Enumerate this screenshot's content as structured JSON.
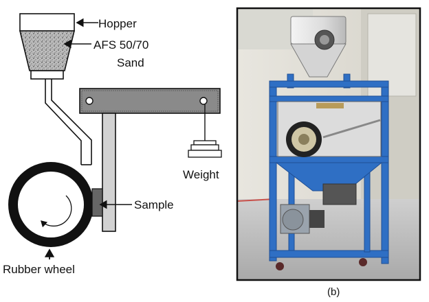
{
  "schematic": {
    "labels": {
      "hopper": "Hopper",
      "sand_line1": "AFS 50/70",
      "sand_line2": "Sand",
      "weight": "Weight",
      "sample": "Sample",
      "wheel": "Rubber wheel"
    }
  },
  "photo": {
    "caption": "(b)"
  },
  "colors": {
    "frame_blue": "#2f6fc4",
    "sand_gray": "#9a9a9a",
    "line": "#111111",
    "photo_border": "#111111"
  }
}
